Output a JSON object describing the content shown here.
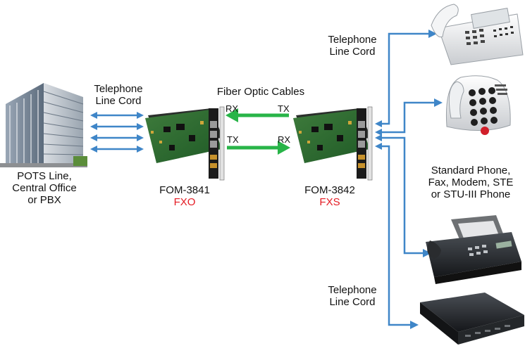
{
  "colors": {
    "copper_arrow": "#3f86c8",
    "fiber_arrow": "#28b448",
    "mode_text": "#e41b23"
  },
  "left_site": {
    "icon": "office-building-icon",
    "label_lines": [
      "POTS Line,",
      "Central Office",
      "or PBX"
    ]
  },
  "left_cord_label": [
    "Telephone",
    "Line Cord"
  ],
  "fiber": {
    "label": "Fiber Optic Cables",
    "top_left": "RX",
    "top_right": "TX",
    "bottom_left": "TX",
    "bottom_right": "RX"
  },
  "units": [
    {
      "model": "FOM-3841",
      "mode": "FXO",
      "icon": "fiber-modem-card-icon"
    },
    {
      "model": "FOM-3842",
      "mode": "FXS",
      "icon": "fiber-modem-card-icon"
    }
  ],
  "right_cord_top": [
    "Telephone",
    "Line Cord"
  ],
  "right_cord_bottom": [
    "Telephone",
    "Line Cord"
  ],
  "devices_label": [
    "Standard Phone,",
    "Fax, Modem, STE",
    "or STU-III Phone"
  ],
  "devices": [
    {
      "name": "multi-line-desk-phone-icon"
    },
    {
      "name": "big-button-phone-icon"
    },
    {
      "name": "fax-machine-icon"
    },
    {
      "name": "dsl-modem-icon"
    }
  ]
}
